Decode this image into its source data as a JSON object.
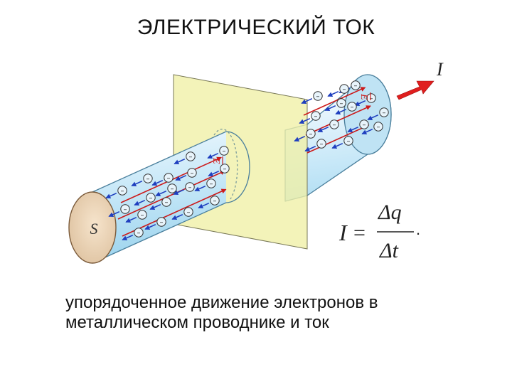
{
  "slide": {
    "title": "ЭЛЕКТРИЧЕСКИЙ ТОК",
    "caption_lines": [
      "упорядоченное движение электронов в",
      "металлическом проводнике и ток"
    ]
  },
  "figure": {
    "cross_section_label": "S",
    "current_label": "I",
    "field_label": "E",
    "electron_symbol": "–",
    "formula": {
      "lhs": "I",
      "eq": "=",
      "numerator": "Δq",
      "denominator": "Δt",
      "end": "."
    }
  },
  "colors": {
    "figure_background": "#ffffff",
    "conductor_light": "#eef8fe",
    "conductor_dark": "#8ecdea",
    "end_cap": "#f3dcc0",
    "plane": "#f0f0a8",
    "field_arrow": "#cc1a1a",
    "electron_arrow": "#1f3fbf",
    "current_arrow": "#e01e1e"
  }
}
